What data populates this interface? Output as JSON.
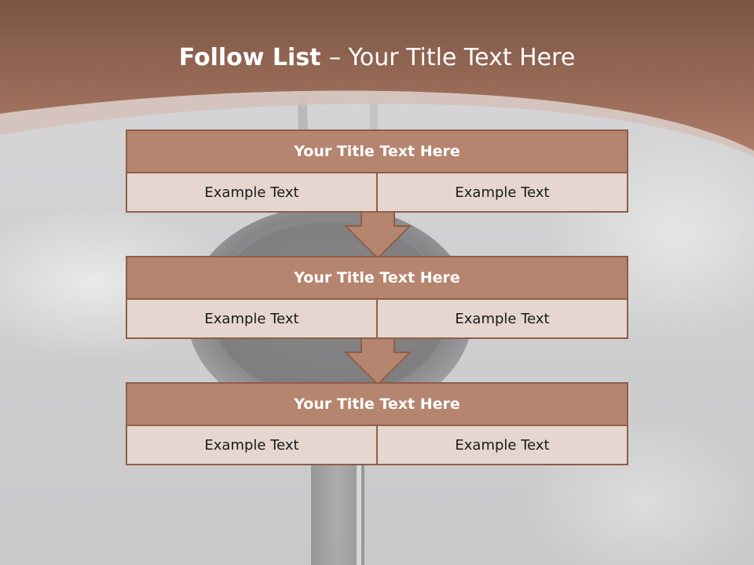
{
  "slide": {
    "title_bold": "Follow List ",
    "title_rest": " – Your Title Text Here"
  },
  "blocks": [
    {
      "title": "Your Title Text Here",
      "cells": [
        "Example Text",
        "Example Text"
      ]
    },
    {
      "title": "Your Title Text Here",
      "cells": [
        "Example Text",
        "Example Text"
      ]
    },
    {
      "title": "Your Title Text Here",
      "cells": [
        "Example Text",
        "Example Text"
      ]
    }
  ],
  "colors": {
    "header_band": "#a36e58",
    "box_fill": "#b5856f",
    "box_border": "#8f5e49",
    "cell_fill": "#e5d6d0",
    "arrow_fill": "#b5856f"
  }
}
